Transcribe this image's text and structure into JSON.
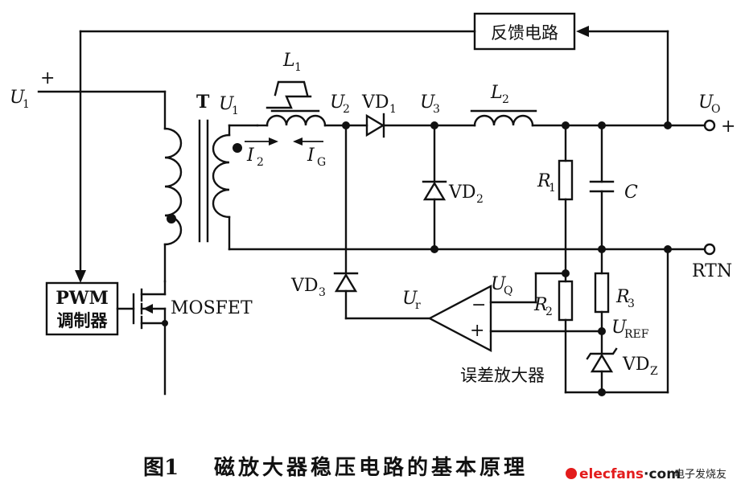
{
  "labels": {
    "U1_input": "U",
    "U1_input_sub": "1",
    "plus_in": "+",
    "T": "T",
    "U1_sec": "U",
    "U1_sec_sub": "1",
    "L1": "L",
    "L1_sub": "1",
    "U2": "U",
    "U2_sub": "2",
    "VD1": "VD",
    "VD1_sub": "1",
    "U3": "U",
    "U3_sub": "3",
    "L2": "L",
    "L2_sub": "2",
    "UO": "U",
    "UO_sub": "O",
    "plus_out": "+",
    "I2": "I",
    "I2_sub": "2",
    "IG": "I",
    "IG_sub": "G",
    "VD2": "VD",
    "VD2_sub": "2",
    "R1": "R",
    "R1_sub": "1",
    "C": "C",
    "RTN": "RTN",
    "VD3": "VD",
    "VD3_sub": "3",
    "UQ": "U",
    "UQ_sub": "Q",
    "Ur": "U",
    "Ur_sub": "r",
    "minus": "−",
    "plus_amp": "+",
    "R2": "R",
    "R2_sub": "2",
    "R3": "R",
    "R3_sub": "3",
    "UREF": "U",
    "UREF_sub": "REF",
    "VDZ": "VD",
    "VDZ_sub": "Z",
    "MOSFET": "MOSFET",
    "error_amp": "误差放大器",
    "feedback": "反馈电路",
    "pwm_line1": "PWM",
    "pwm_line2": "调制器"
  },
  "caption": {
    "figure": "图1",
    "title": "磁放大器稳压电路的基本原理"
  },
  "watermark": {
    "brand_red": "elecfans",
    "brand_dark": "·com",
    "site_cn": "电子发烧友"
  }
}
